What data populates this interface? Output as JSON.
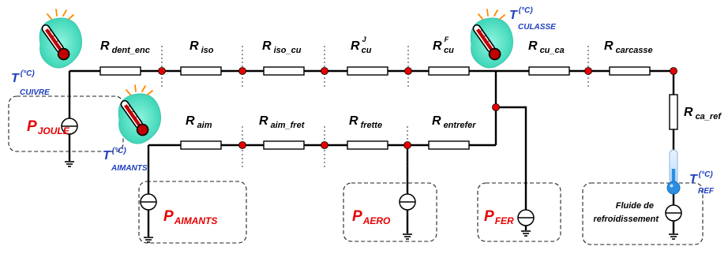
{
  "resistors": [
    {
      "main": "R",
      "sub": "dent_enc",
      "sup": ""
    },
    {
      "main": "R",
      "sub": "iso",
      "sup": ""
    },
    {
      "main": "R",
      "sub": "iso_cu",
      "sup": ""
    },
    {
      "main": "R",
      "sub": "cu",
      "sup": "J"
    },
    {
      "main": "R",
      "sub": "cu",
      "sup": "F"
    },
    {
      "main": "R",
      "sub": "cu_ca",
      "sup": ""
    },
    {
      "main": "R",
      "sub": "carcasse",
      "sup": ""
    },
    {
      "main": "R",
      "sub": "aim",
      "sup": ""
    },
    {
      "main": "R",
      "sub": "aim_fret",
      "sup": ""
    },
    {
      "main": "R",
      "sub": "frette",
      "sup": ""
    },
    {
      "main": "R",
      "sub": "entrefer",
      "sup": ""
    },
    {
      "main": "R",
      "sub": "ca_ref",
      "sup": ""
    }
  ],
  "temperatures": [
    {
      "main": "T",
      "unit": "(°C)",
      "sub": "CUIVRE"
    },
    {
      "main": "T",
      "unit": "(°C)",
      "sub": "CULASSE"
    },
    {
      "main": "T",
      "unit": "(°C)",
      "sub": "AIMANTS"
    },
    {
      "main": "T",
      "unit": "(°C)",
      "sub": "REF"
    }
  ],
  "sources": [
    {
      "main": "P",
      "sub": "JOULE"
    },
    {
      "main": "P",
      "sub": "AIMANTS"
    },
    {
      "main": "P",
      "sub": "AERO"
    },
    {
      "main": "P",
      "sub": "FER"
    }
  ],
  "coolant": {
    "line1": "Fluide de",
    "line2": "refroidissement"
  },
  "colors": {
    "heat_source": "#e60000",
    "temperature": "#1f3fbf",
    "node": "#e60000",
    "hot_thermometer_glow": "#4fe0c8",
    "cold_thermometer": "#2a8fe0"
  },
  "icons": {
    "hot": "hot-thermometer-icon",
    "cold": "cold-thermometer-icon",
    "source": "heat-source-icon",
    "ground": "ground-icon"
  }
}
